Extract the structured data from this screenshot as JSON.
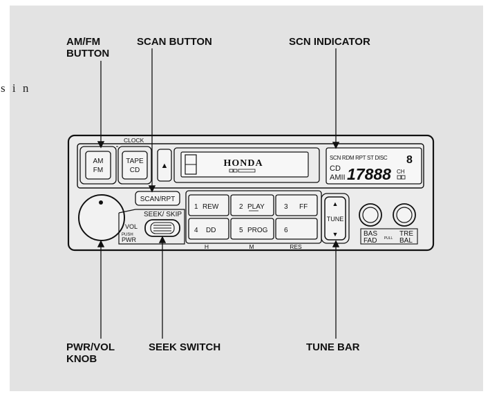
{
  "stray_text": "s i n",
  "callouts": {
    "am_fm_button": "AM/FM\nBUTTON",
    "scan_button": "SCAN BUTTON",
    "scn_indicator": "SCN INDICATOR",
    "pwr_vol_knob": "PWR/VOL\nKNOB",
    "seek_switch": "SEEK SWITCH",
    "tune_bar": "TUNE BAR"
  },
  "radio": {
    "clock_label": "CLOCK",
    "am_fm": {
      "line1": "AM",
      "line2": "FM"
    },
    "tape_cd": {
      "line1": "TAPE",
      "line2": "CD"
    },
    "eject_symbol": "▲",
    "brand": "HONDA",
    "display": {
      "indicators": "SCN RDM RPT ST DISC",
      "disc_digit": "8",
      "cd": "CD",
      "amfm": "AMII",
      "digits": "17888",
      "ch": "CH"
    },
    "scan_rpt": "SCAN/RPT",
    "seek_skip": "SEEK/ SKIP",
    "vol": "VOL",
    "push": "PUSH",
    "pwr": "PWR",
    "presets": [
      {
        "num": "1",
        "label": "REW"
      },
      {
        "num": "2",
        "label": "PLAY"
      },
      {
        "num": "3",
        "label": "FF"
      },
      {
        "num": "4",
        "label": "DD"
      },
      {
        "num": "5",
        "label": "PROG"
      },
      {
        "num": "6",
        "label": ""
      }
    ],
    "clock_set_labels": [
      "H",
      "M",
      "RES"
    ],
    "tune": {
      "up": "▲",
      "label": "TUNE",
      "down": "▼"
    },
    "bas_fad": {
      "line1": "BAS",
      "line2": "FAD"
    },
    "tre_bal": {
      "line1": "TRE",
      "line2": "BAL"
    },
    "pull": "PULL"
  }
}
